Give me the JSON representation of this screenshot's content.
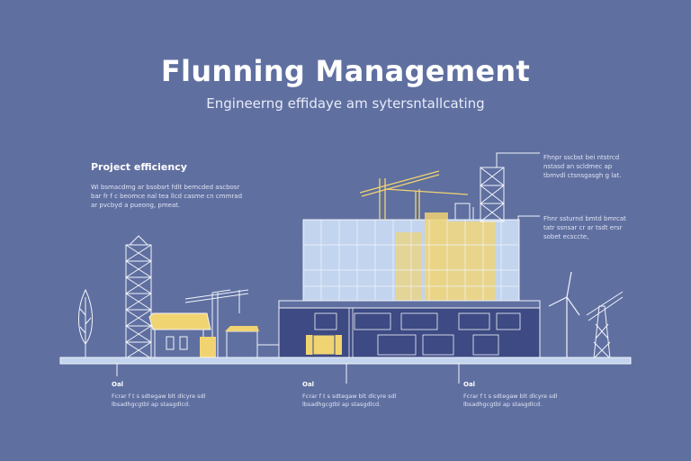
{
  "header": {
    "title": "Flunning Management",
    "subtitle": "Engineerng effidaye am sytersntallcating"
  },
  "left_panel": {
    "title": "Project efficiency",
    "text": "Wi bsmacdmg ar bsobsrt fdlt bemcded ascbosr bar fr f c beomce nal tea llcd casme cn cmmrad ar pvcbyd a pueong, pmeat."
  },
  "right_notes": [
    {
      "text": "Fhnpr sscbst bei ntstrcd nstasd an scldmec ap tbmvdl ctsnsgasgh g lat."
    },
    {
      "text": "Fhnr ssturnd bmtd bmrcat tatr ssnsar cr ar tsdt ersr sobet ecsccte,"
    }
  ],
  "bottom_labels": [
    {
      "label": "Oal",
      "text": "Fcrar f t s sdtegaw blt dlcyre sdl lbsadhgcgtbl ap stasgdlcd."
    },
    {
      "label": "Oal",
      "text": "Fcrar f t s sdtegaw blt dlcyre sdl lbsadhgcgtbl ap stasgdlcd."
    },
    {
      "label": "Oal",
      "text": "Fcrar f t s sdtegaw blt dlcyre sdl lbsadhgcgtbl ap stasgdlcd."
    }
  ],
  "colors": {
    "background": "#5f6fa0",
    "line": "#f2f4fb",
    "accent_yellow": "#f1d472",
    "glass_blue": "#c3d4ee",
    "building_dark": "#3d4a83"
  }
}
